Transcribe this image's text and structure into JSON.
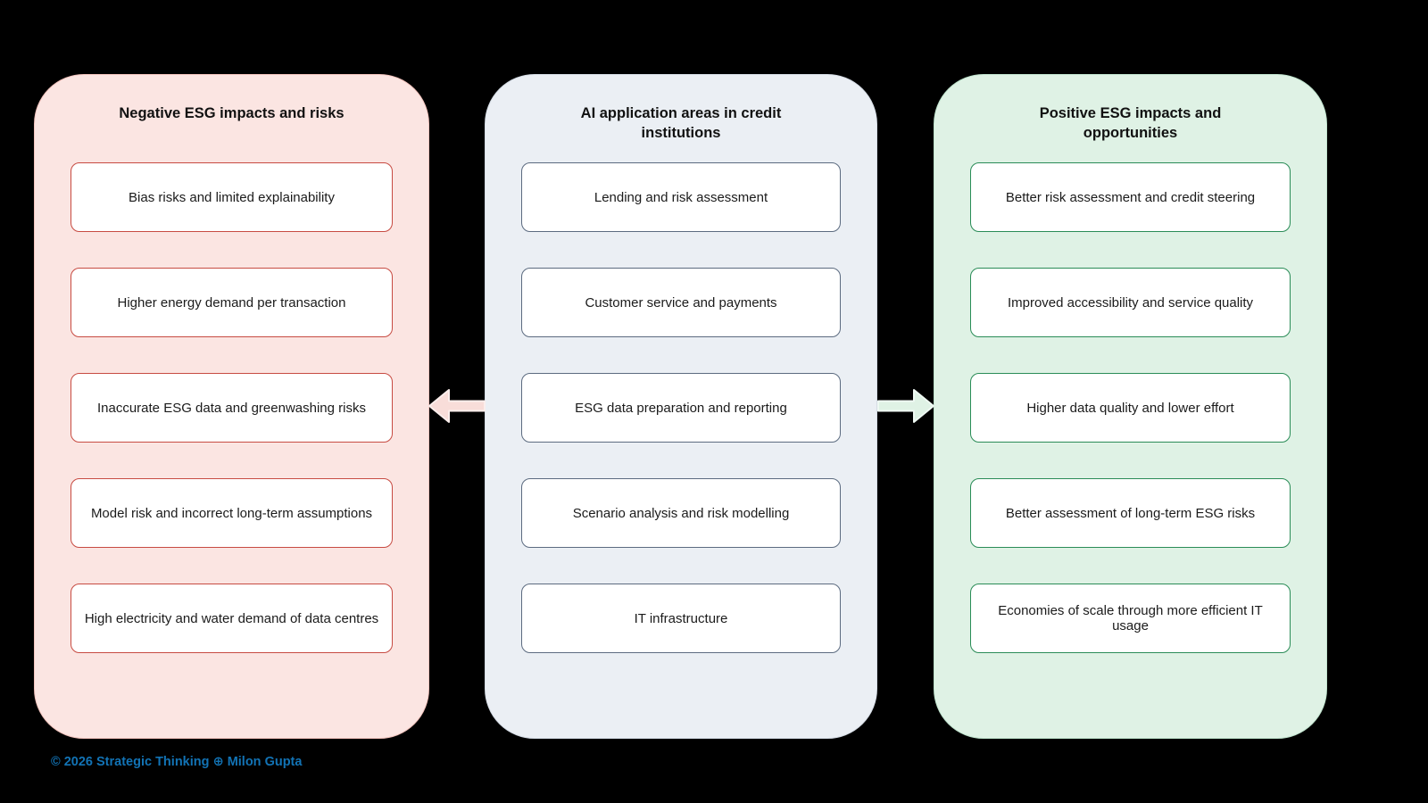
{
  "diagram": {
    "columns": [
      {
        "id": "negative",
        "title": "Negative ESG impacts and risks",
        "items": [
          "Bias risks and limited explainability",
          "Higher energy demand per transaction",
          "Inaccurate ESG data and greenwashing risks",
          "Model risk and incorrect long-term assumptions",
          "High electricity and water demand of data centres"
        ]
      },
      {
        "id": "ai-applications",
        "title": "AI application areas in credit institutions",
        "items": [
          "Lending and risk assessment",
          "Customer service and payments",
          "ESG data preparation and reporting",
          "Scenario analysis and risk modelling",
          "IT infrastructure"
        ]
      },
      {
        "id": "positive",
        "title": "Positive ESG impacts and opportunities",
        "items": [
          "Better risk assessment and credit steering",
          "Improved accessibility and service quality",
          "Higher data quality and lower effort",
          "Better assessment of long-term ESG risks",
          "Economies of scale through more efficient IT usage"
        ]
      }
    ],
    "arrows": [
      {
        "direction": "left",
        "from": "ai-applications",
        "to": "negative"
      },
      {
        "direction": "right",
        "from": "ai-applications",
        "to": "positive"
      }
    ]
  },
  "footer": {
    "credit": "© 2026 Strategic Thinking ⊕ Milon Gupta"
  },
  "colors": {
    "background": "#000000",
    "negative_panel_fill": "#FBE5E2",
    "negative_box_border": "#C74B42",
    "ai_panel_fill": "#EBEFF4",
    "ai_box_border": "#5C6B80",
    "positive_panel_fill": "#DFF2E5",
    "positive_box_border": "#2A8C57",
    "arrow_left_fill": "#F8DDD9",
    "arrow_right_fill": "#DFF2E5",
    "footer_link": "#1273B5",
    "title_text": "#111111",
    "box_text": "#1B1B1B"
  }
}
